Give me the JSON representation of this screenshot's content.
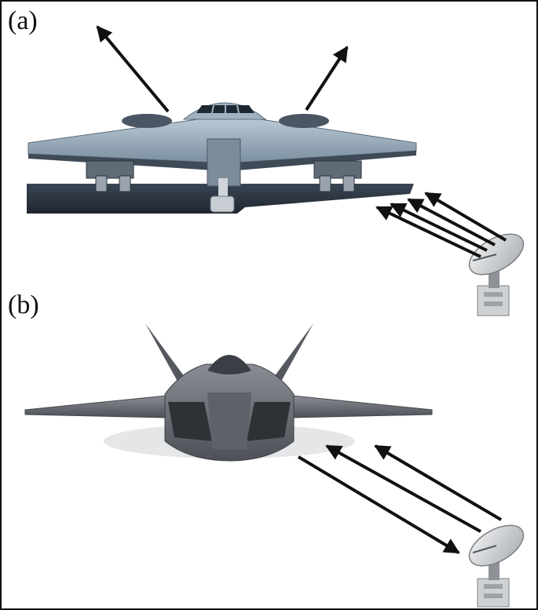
{
  "figure": {
    "panels": [
      {
        "label": "(a)",
        "aircraft": "flying-wing-bomber",
        "icon": "bomber-aircraft-icon"
      },
      {
        "label": "(b)",
        "aircraft": "stealth-fighter",
        "icon": "fighter-aircraft-icon"
      }
    ],
    "colors": {
      "arrow": "#111111",
      "bomber_body": "#8fa6b8",
      "bomber_underside": "#2a3340",
      "fighter_body": "#6b6f75",
      "fighter_dark": "#2e3136",
      "radar": "#d6d8da"
    },
    "radar_icon": "radar-dish-icon"
  }
}
